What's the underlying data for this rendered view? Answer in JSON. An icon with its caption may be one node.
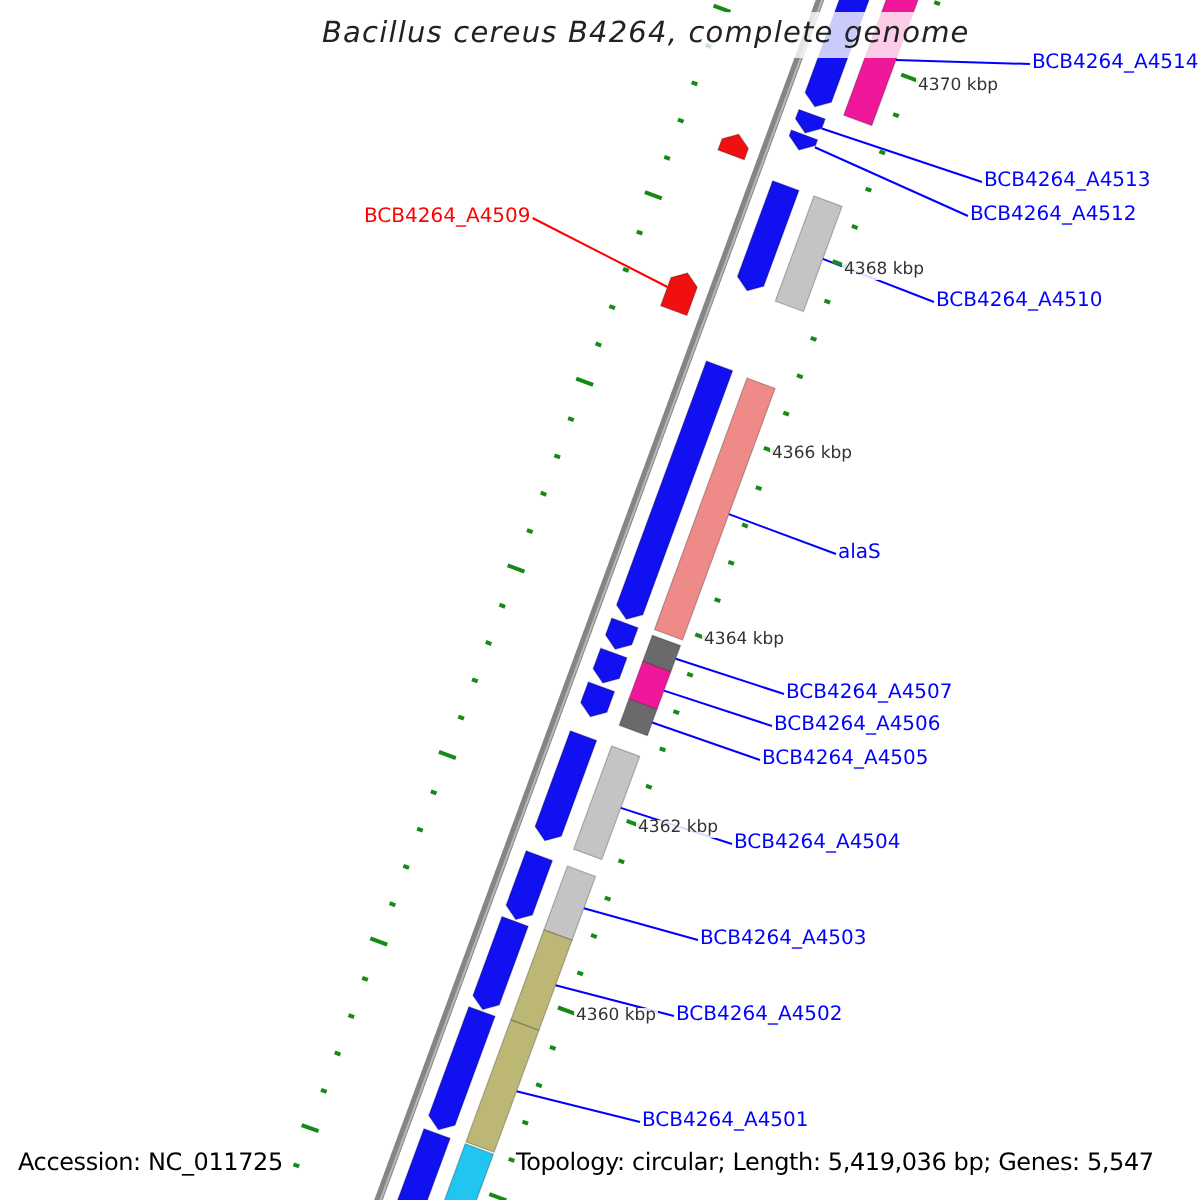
{
  "diagram": {
    "title": "Bacillus cereus B4264, complete genome",
    "nodes": [
      {
        "text": [
          "BCB4264_A4514"
        ]
      },
      {
        "text": [],
        "shape": "bar"
      },
      {
        "text": [
          "BCB4264_A4513"
        ]
      },
      {
        "text": [],
        "shape": "arrow"
      },
      {
        "text": [
          "BCB4264_A4512"
        ]
      },
      {
        "text": [],
        "shape": "arrow"
      },
      {
        "text": [
          "BCB4264_A4509"
        ]
      },
      {
        "text": [],
        "shape": "arrow"
      },
      {
        "text": [
          "BCB4264_A4510"
        ]
      },
      {
        "text": [],
        "shape": "bar"
      },
      {
        "text": [
          "alaS"
        ]
      },
      {
        "text": [],
        "shape": "bar"
      },
      {
        "text": [
          "BCB4264_A4507"
        ]
      },
      {
        "text": [],
        "shape": "bar"
      },
      {
        "text": [
          "BCB4264_A4506"
        ]
      },
      {
        "text": [],
        "shape": "bar"
      },
      {
        "text": [
          "BCB4264_A4505"
        ]
      },
      {
        "text": [],
        "shape": "bar"
      },
      {
        "text": [
          "BCB4264_A4504"
        ]
      },
      {
        "text": [],
        "shape": "bar"
      },
      {
        "text": [
          "BCB4264_A4503"
        ]
      },
      {
        "text": [],
        "shape": "bar"
      },
      {
        "text": [
          "BCB4264_A4502"
        ]
      },
      {
        "text": [],
        "shape": "bar"
      },
      {
        "text": [
          "BCB4264_A4501"
        ]
      },
      {
        "text": [],
        "shape": "bar"
      }
    ],
    "edges": [
      {
        "from": 0,
        "to": 1,
        "arrow": "none"
      },
      {
        "from": 2,
        "to": 3,
        "arrow": "none"
      },
      {
        "from": 4,
        "to": 5,
        "arrow": "none"
      },
      {
        "from": 6,
        "to": 7,
        "arrow": "none",
        "color": "#ff0000"
      },
      {
        "from": 8,
        "to": 9,
        "arrow": "none"
      },
      {
        "from": 10,
        "to": 11,
        "arrow": "none"
      },
      {
        "from": 12,
        "to": 13,
        "arrow": "none"
      },
      {
        "from": 14,
        "to": 15,
        "arrow": "none"
      },
      {
        "from": 16,
        "to": 17,
        "arrow": "none"
      },
      {
        "from": 18,
        "to": 19,
        "arrow": "none"
      },
      {
        "from": 20,
        "to": 21,
        "arrow": "none"
      },
      {
        "from": 22,
        "to": 23,
        "arrow": "none"
      },
      {
        "from": 24,
        "to": 25,
        "arrow": "none"
      }
    ],
    "labels": [
      "4370 kbp",
      "4368 kbp",
      "4366 kbp",
      "4364 kbp",
      "4362 kbp",
      "4360 kbp",
      "Accession: NC_011725",
      "Topology: circular; Length: 5,419,036 bp; Genes: 5,547"
    ]
  }
}
